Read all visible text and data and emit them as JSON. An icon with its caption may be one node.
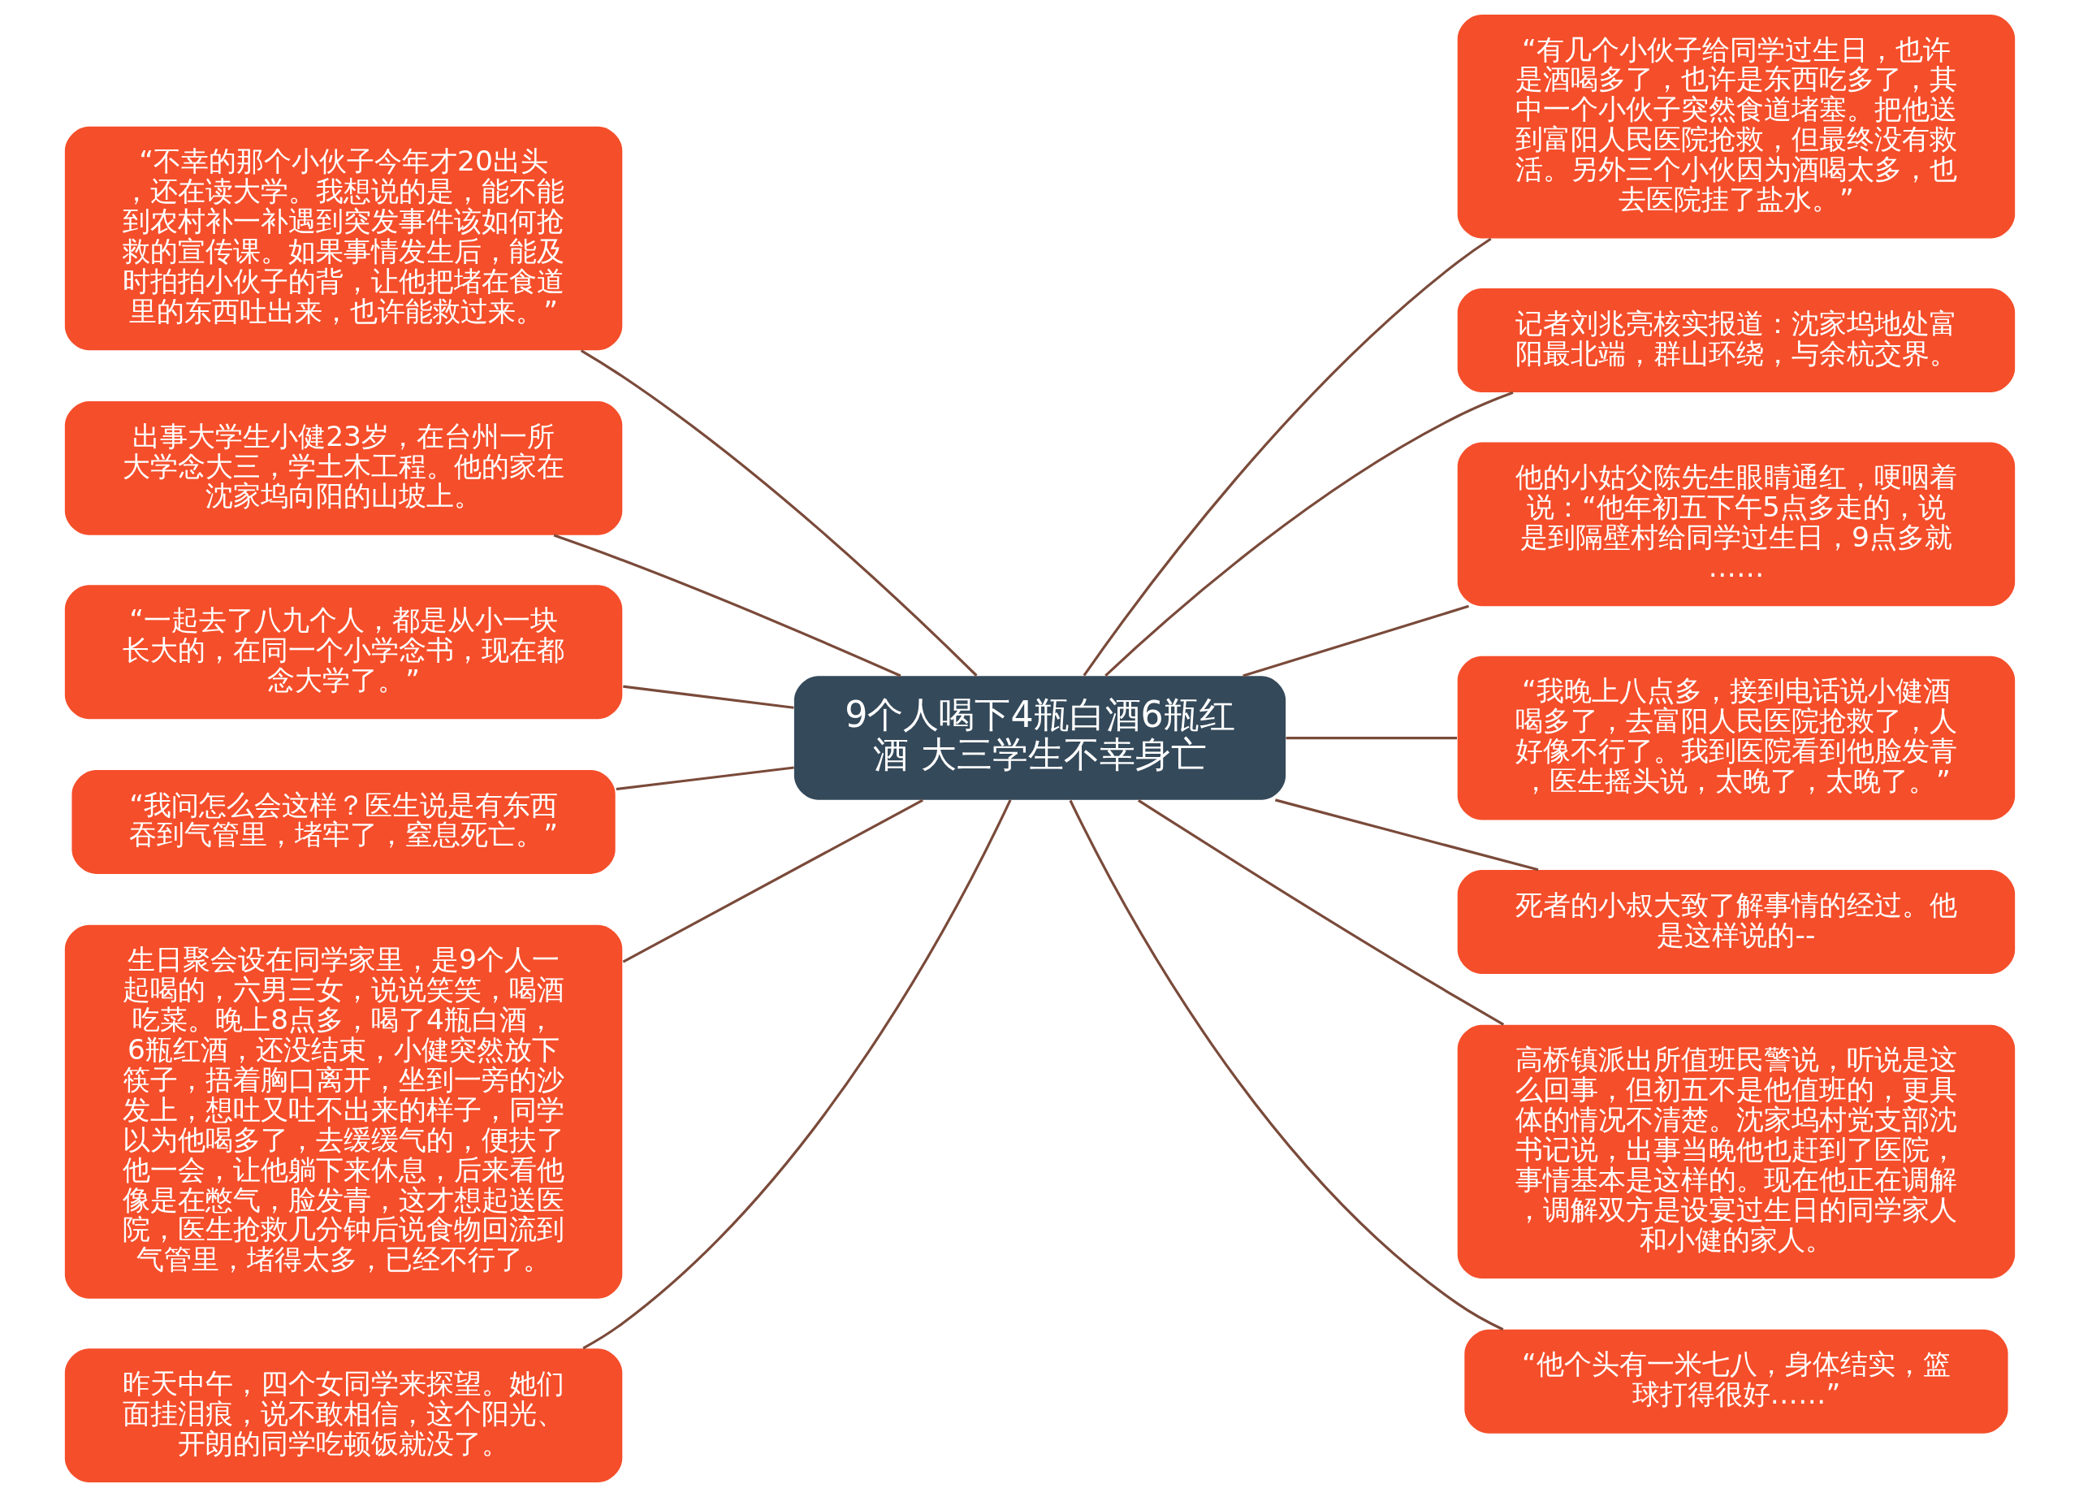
{
  "diagram": {
    "nodes": [
      {
        "text": [
          "9个人喝下4瓶白酒6瓶红酒 大三学生不幸身亡"
        ]
      },
      {
        "text": [
          "“不幸的那个小伙子今年才20出头，还在读大学。我想说的是，能不能到农村补一补遇到突发事件该如何抢救的宣传课。如果事情发生后，能及时拍拍小伙子的背，让他把堵在食道里的东西吐出来，也许能救过来。”"
        ]
      },
      {
        "text": [
          "出事大学生小健23岁，在台州一所大学念大三，学土木工程。他的家在沈家坞向阳的山坡上。"
        ]
      },
      {
        "text": [
          "“一起去了八九个人，都是从小一块长大的，在同一个小学念书，现在都念大学了。”"
        ]
      },
      {
        "text": [
          "“我问怎么会这样？医生说是有东西吞到气管里，堵牢了，窒息死亡。”"
        ]
      },
      {
        "text": [
          "生日聚会设在同学家里，是9个人一起喝的，六男三女，说说笑笑，喝酒吃菜。晚上8点多，喝了4瓶白酒，6瓶红酒，还没结束，小健突然放下筷子，捂着胸口离开，坐到一旁的沙发上，想吐又吐不出来的样子，同学以为他喝多了，去缓缓气的，便扶了他一会，让他躺下来休息，后来看他像是在憋气，脸发青，这才想起送医院，医生抢救几分钟后说食物回流到气管里，堵得太多，已经不行了。"
        ]
      },
      {
        "text": [
          "昨天中午，四个女同学来探望。她们面挂泪痕，说不敢相信，这个阳光、开朗的同学吃顿饭就没了。"
        ]
      },
      {
        "text": [
          "“有几个小伙子给同学过生日，也许是酒喝多了，也许是东西吃多了，其中一个小伙子突然食道堵塞。把他送到富阳人民医院抢救，但最终没有救活。另外三个小伙因为酒喝太多，也去医院挂了盐水。”"
        ]
      },
      {
        "text": [
          "记者刘兆亮核实报道：沈家坞地处富阳最北端，群山环绕，与余杭交界。"
        ]
      },
      {
        "text": [
          "他的小姑父陈先生眼睛通红，哽咽着说：“他年初五下午5点多走的，说是到隔壁村给同学过生日，9点多就……"
        ]
      },
      {
        "text": [
          "“我晚上八点多，接到电话说小健酒喝多了，去富阳人民医院抢救了，人好像不行了。我到医院看到他脸发青，医生摇头说，太晚了，太晚了。”"
        ]
      },
      {
        "text": [
          "死者的小叔大致了解事情的经过。他是这样说的--"
        ]
      },
      {
        "text": [
          "高桥镇派出所值班民警说，听说是这么回事，但初五不是他值班的，更具体的情况不清楚。沈家坞村党支部沈书记说，出事当晚他也赶到了医院，事情基本是这样的。现在他正在调解，调解双方是设宴过生日的同学家人和小健的家人。"
        ]
      },
      {
        "text": [
          "“他个头有一米七八，身体结实，篮球打得很好……”"
        ]
      }
    ],
    "edges": [
      {
        "from": 0,
        "to": 1,
        "arrow": "none"
      },
      {
        "from": 0,
        "to": 2,
        "arrow": "none"
      },
      {
        "from": 0,
        "to": 3,
        "arrow": "none"
      },
      {
        "from": 0,
        "to": 4,
        "arrow": "none"
      },
      {
        "from": 0,
        "to": 5,
        "arrow": "none"
      },
      {
        "from": 0,
        "to": 6,
        "arrow": "none"
      },
      {
        "from": 0,
        "to": 7,
        "arrow": "none"
      },
      {
        "from": 0,
        "to": 8,
        "arrow": "none"
      },
      {
        "from": 0,
        "to": 9,
        "arrow": "none"
      },
      {
        "from": 0,
        "to": 10,
        "arrow": "none"
      },
      {
        "from": 0,
        "to": 11,
        "arrow": "none"
      },
      {
        "from": 0,
        "to": 12,
        "arrow": "none"
      },
      {
        "from": 0,
        "to": 13,
        "arrow": "none"
      }
    ]
  }
}
